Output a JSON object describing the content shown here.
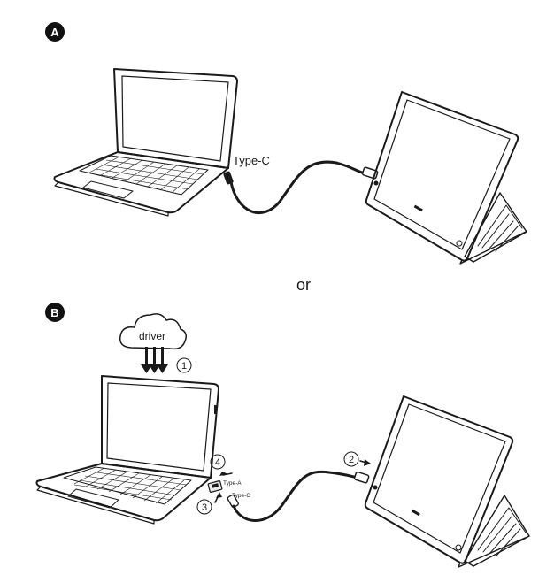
{
  "diagram": {
    "section_a": {
      "badge": "A",
      "cable_label": "Type-C"
    },
    "separator": "or",
    "section_b": {
      "badge": "B",
      "cloud_label": "driver",
      "steps": [
        "1",
        "2",
        "3",
        "4"
      ],
      "adapter_label_a": "Type-A",
      "adapter_label_c": "Type-C"
    }
  }
}
